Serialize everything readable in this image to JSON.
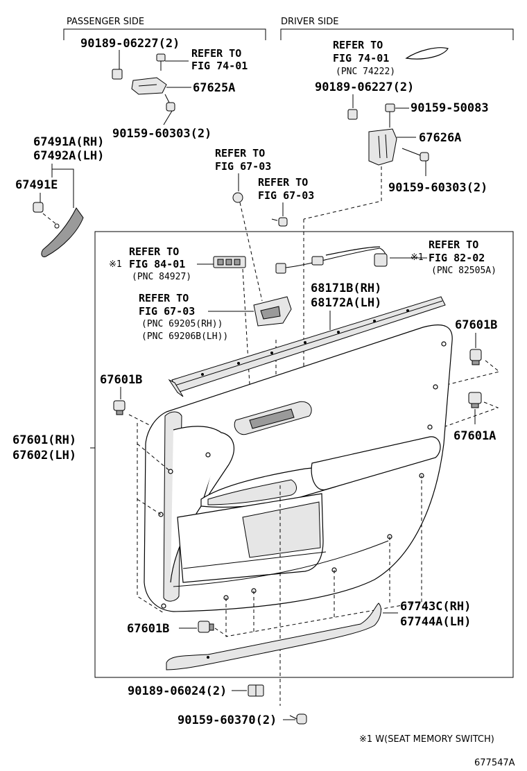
{
  "headers": {
    "passenger_side": "PASSENGER SIDE",
    "driver_side": "DRIVER SIDE"
  },
  "labels": {
    "bolt_90189_06227_pass": "90189-06227(2)",
    "refer_fig_74_01_pass_1": "REFER TO",
    "refer_fig_74_01_pass_2": "FIG 74-01",
    "p67625A": "67625A",
    "bolt_90159_60303_pass": "90159-60303(2)",
    "refer_fig_74_01_drv_1": "REFER TO",
    "refer_fig_74_01_drv_2": "FIG 74-01",
    "refer_fig_74_01_drv_pnc": "(PNC 74222)",
    "bolt_90189_06227_drv": "90189-06227(2)",
    "bolt_90159_50083": "90159-50083",
    "p67626A": "67626A",
    "bolt_90159_60303_drv": "90159-60303(2)",
    "p67491A": "67491A(RH)",
    "p67492A": "67492A(LH)",
    "p67491E": "67491E",
    "refer_fig_67_03_a_1": "REFER TO",
    "refer_fig_67_03_a_2": "FIG 67-03",
    "refer_fig_67_03_b_1": "REFER TO",
    "refer_fig_67_03_b_2": "FIG 67-03",
    "refer_fig_84_01_1": "REFER TO",
    "refer_fig_84_01_2": "FIG 84-01",
    "refer_fig_84_01_pnc": "(PNC 84927)",
    "refer_fig_84_01_mark": "※1",
    "refer_fig_82_02_1": "REFER TO",
    "refer_fig_82_02_2": "FIG 82-02",
    "refer_fig_82_02_pnc": "(PNC 82505A)",
    "refer_fig_82_02_mark": "※1",
    "refer_fig_67_03_c_1": "REFER TO",
    "refer_fig_67_03_c_2": "FIG 67-03",
    "refer_fig_67_03_c_pnc1": "(PNC 69205(RH))",
    "refer_fig_67_03_c_pnc2": "(PNC 69206B(LH))",
    "p68171B": "68171B(RH)",
    "p68172A": "68172A(LH)",
    "p67601B_right": "67601B",
    "p67601B_left": "67601B",
    "p67601A": "67601A",
    "p67601": "67601(RH)",
    "p67602": "67602(LH)",
    "p67743C": "67743C(RH)",
    "p67744A": "67744A(LH)",
    "p67601B_bottom": "67601B",
    "bolt_90189_06024": "90189-06024(2)",
    "bolt_90159_60370": "90159-60370(2)",
    "footnote": "※1 W(SEAT MEMORY SWITCH)",
    "figure_id": "677547A"
  }
}
